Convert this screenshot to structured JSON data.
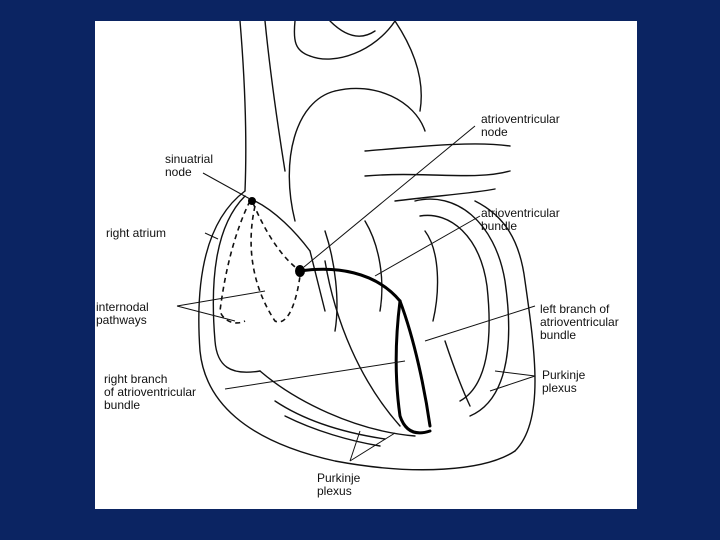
{
  "labels": {
    "sinuatrial_node": [
      "sinuatrial",
      "node"
    ],
    "right_atrium": [
      "right atrium"
    ],
    "internodal_pathways": [
      "internodal",
      "pathways"
    ],
    "right_branch": [
      "right branch",
      "of atrioventricular",
      "bundle"
    ],
    "av_node": [
      "atrioventricular",
      "node"
    ],
    "av_bundle": [
      "atrioventricular",
      "bundle"
    ],
    "left_branch": [
      "left branch of",
      "atrioventricular",
      "bundle"
    ],
    "purkinje_right": [
      "Purkinje",
      "plexus"
    ],
    "purkinje_bottom": [
      "Purkinje",
      "plexus"
    ]
  },
  "colors": {
    "background": "#0b2462",
    "panel": "#ffffff",
    "ink": "#111111"
  }
}
